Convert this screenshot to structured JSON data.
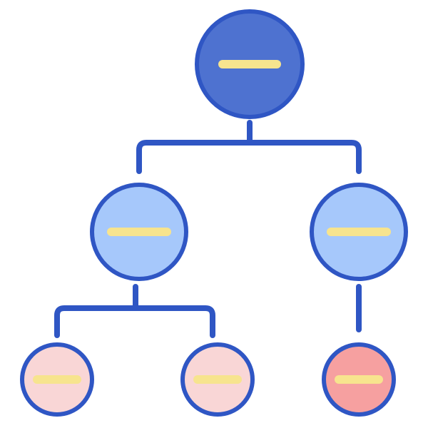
{
  "diagram": {
    "type": "hierarchy-tree",
    "icon_name": "hierarchy-icon",
    "colors": {
      "outline": "#2f56c4",
      "connector": "#2f56c4",
      "bar": "#f7e48e",
      "root_fill": "#4e72d0",
      "level2_fill": "#a6c8fb",
      "leaf_fill": "#f9d6d6",
      "leaf_highlight_fill": "#f6a0a0",
      "background": "#ffffff"
    },
    "nodes": [
      {
        "id": "root",
        "level": 1,
        "fill": "root_fill"
      },
      {
        "id": "left-child",
        "level": 2,
        "parent": "root",
        "fill": "level2_fill"
      },
      {
        "id": "right-child",
        "level": 2,
        "parent": "root",
        "fill": "level2_fill"
      },
      {
        "id": "left-left-leaf",
        "level": 3,
        "parent": "left-child",
        "fill": "leaf_fill"
      },
      {
        "id": "left-right-leaf",
        "level": 3,
        "parent": "left-child",
        "fill": "leaf_fill"
      },
      {
        "id": "right-leaf",
        "level": 3,
        "parent": "right-child",
        "fill": "leaf_highlight_fill"
      }
    ]
  }
}
